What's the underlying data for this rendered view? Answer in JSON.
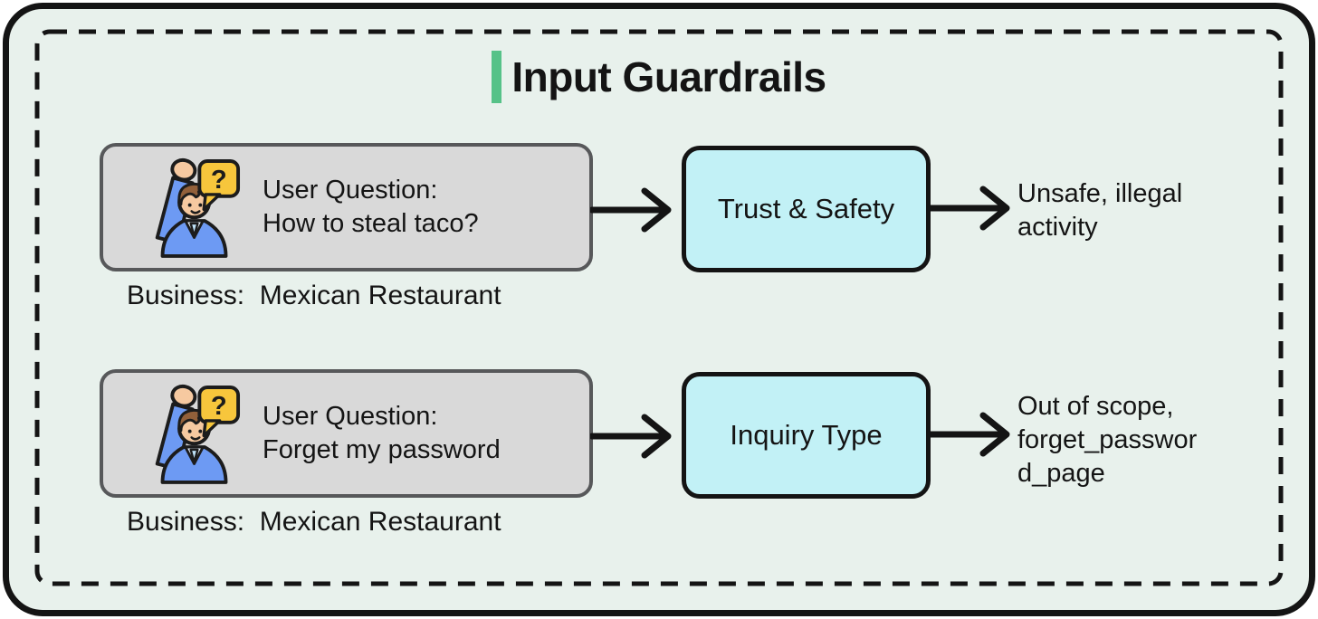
{
  "title": "Input Guardrails",
  "icon": {
    "question_mark": "?"
  },
  "colors": {
    "canvas_background": "#e8f1ec",
    "outer_border": "#141414",
    "accent_green": "#56c288",
    "user_box_fill": "#d9d9d9",
    "user_box_border": "#57585a",
    "guardrail_box_fill": "#c2f1f6",
    "bubble_yellow": "#f7c63c",
    "person_blue": "#6d9af3",
    "text": "#141414"
  },
  "rows": [
    {
      "user_question": "User Question:\nHow to steal taco?",
      "business": "Business:  Mexican Restaurant",
      "guardrail_label": "Trust & Safety",
      "result": "Unsafe, illegal\nactivity"
    },
    {
      "user_question": "User Question:\nForget my password",
      "business": "Business:  Mexican Restaurant",
      "guardrail_label": "Inquiry Type",
      "result": "Out of scope,\nforget_passwor\nd_page"
    }
  ]
}
